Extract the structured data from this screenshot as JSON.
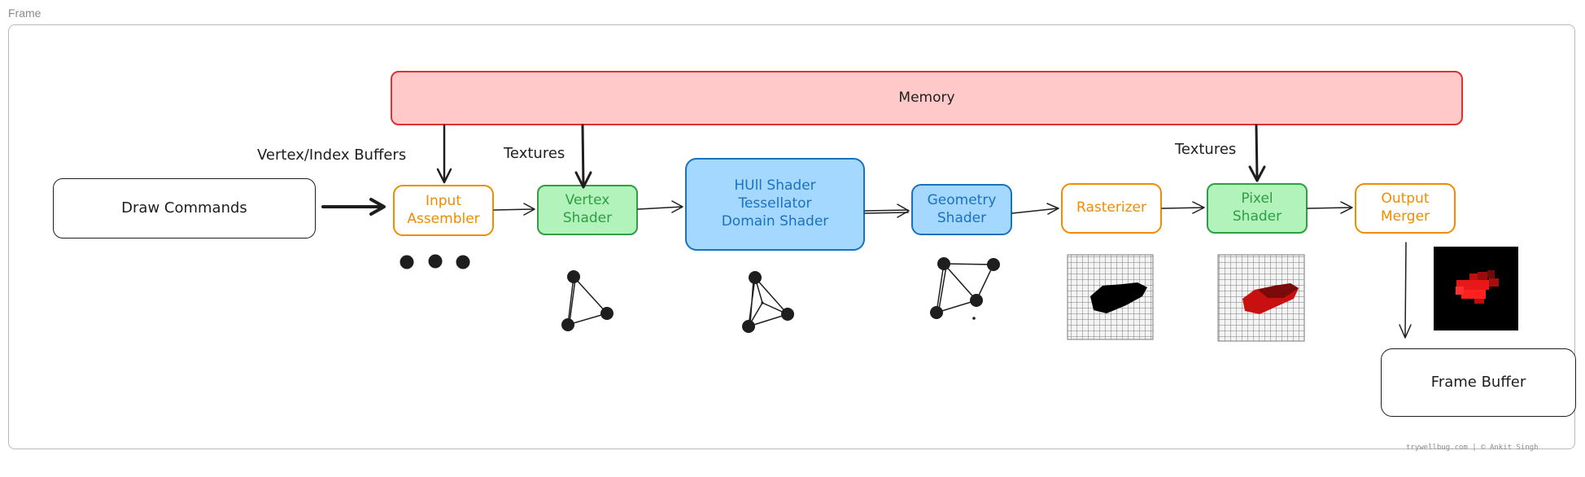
{
  "frame": {
    "label": "Frame"
  },
  "nodes": {
    "memory": "Memory",
    "draw_commands": "Draw Commands",
    "input_assembler": [
      "Input",
      "Assembler"
    ],
    "vertex_shader": [
      "Vertex",
      "Shader"
    ],
    "tessellation": [
      "HUll Shader",
      "Tessellator",
      "Domain Shader"
    ],
    "geometry_shader": [
      "Geometry",
      "Shader"
    ],
    "rasterizer": "Rasterizer",
    "pixel_shader": [
      "Pixel",
      "Shader"
    ],
    "output_merger": [
      "Output",
      "Merger"
    ],
    "frame_buffer": "Frame Buffer"
  },
  "labels": {
    "vertex_index_buffers": "Vertex/Index Buffers",
    "textures_vertex": "Textures",
    "textures_pixel": "Textures"
  },
  "footer": "trywellbug.com  |  © Ankit Singh",
  "colors": {
    "memory_fill": "#ffc9c9",
    "memory_stroke": "#e03131",
    "orange": "#f08c00",
    "green_fill": "#b2f2bb",
    "green_stroke": "#2f9e44",
    "blue_fill": "#a5d8ff",
    "blue_stroke": "#1971c2",
    "ink": "#1e1e1e",
    "raster_red": "#e01010"
  }
}
